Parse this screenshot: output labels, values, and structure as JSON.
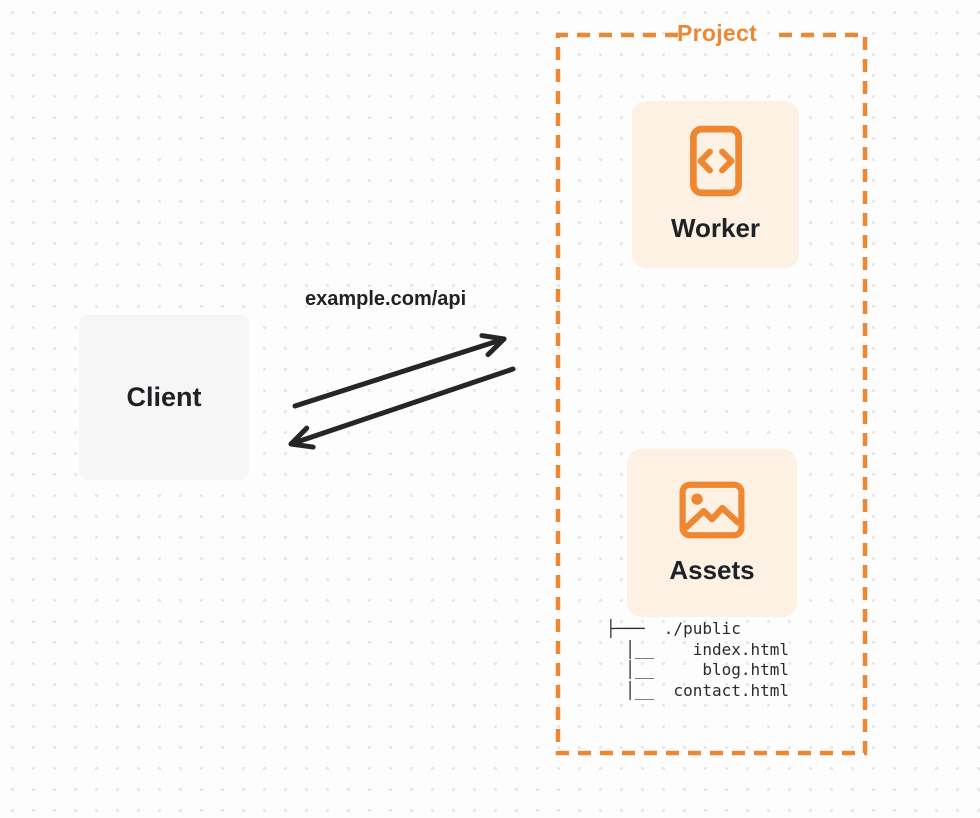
{
  "project": {
    "label": "Project",
    "border_color": "#ED8732"
  },
  "client": {
    "label": "Client"
  },
  "worker": {
    "label": "Worker",
    "icon": "code-file-icon"
  },
  "assets": {
    "label": "Assets",
    "icon": "image-icon"
  },
  "request": {
    "label": "example.com/api"
  },
  "file_tree": {
    "root": "./public",
    "files": [
      "index.html",
      "blog.html",
      "contact.html"
    ],
    "ascii": "├───  ./public\n  │__    index.html\n  │__     blog.html\n  │__  contact.html"
  },
  "colors": {
    "accent_orange": "#ED8732",
    "box_cream": "#FCF1E3",
    "client_gray": "#F6F6F7",
    "arrow_dark": "#262626",
    "text_dark": "#1F2125",
    "dot_grid": "#E7E7E7"
  }
}
